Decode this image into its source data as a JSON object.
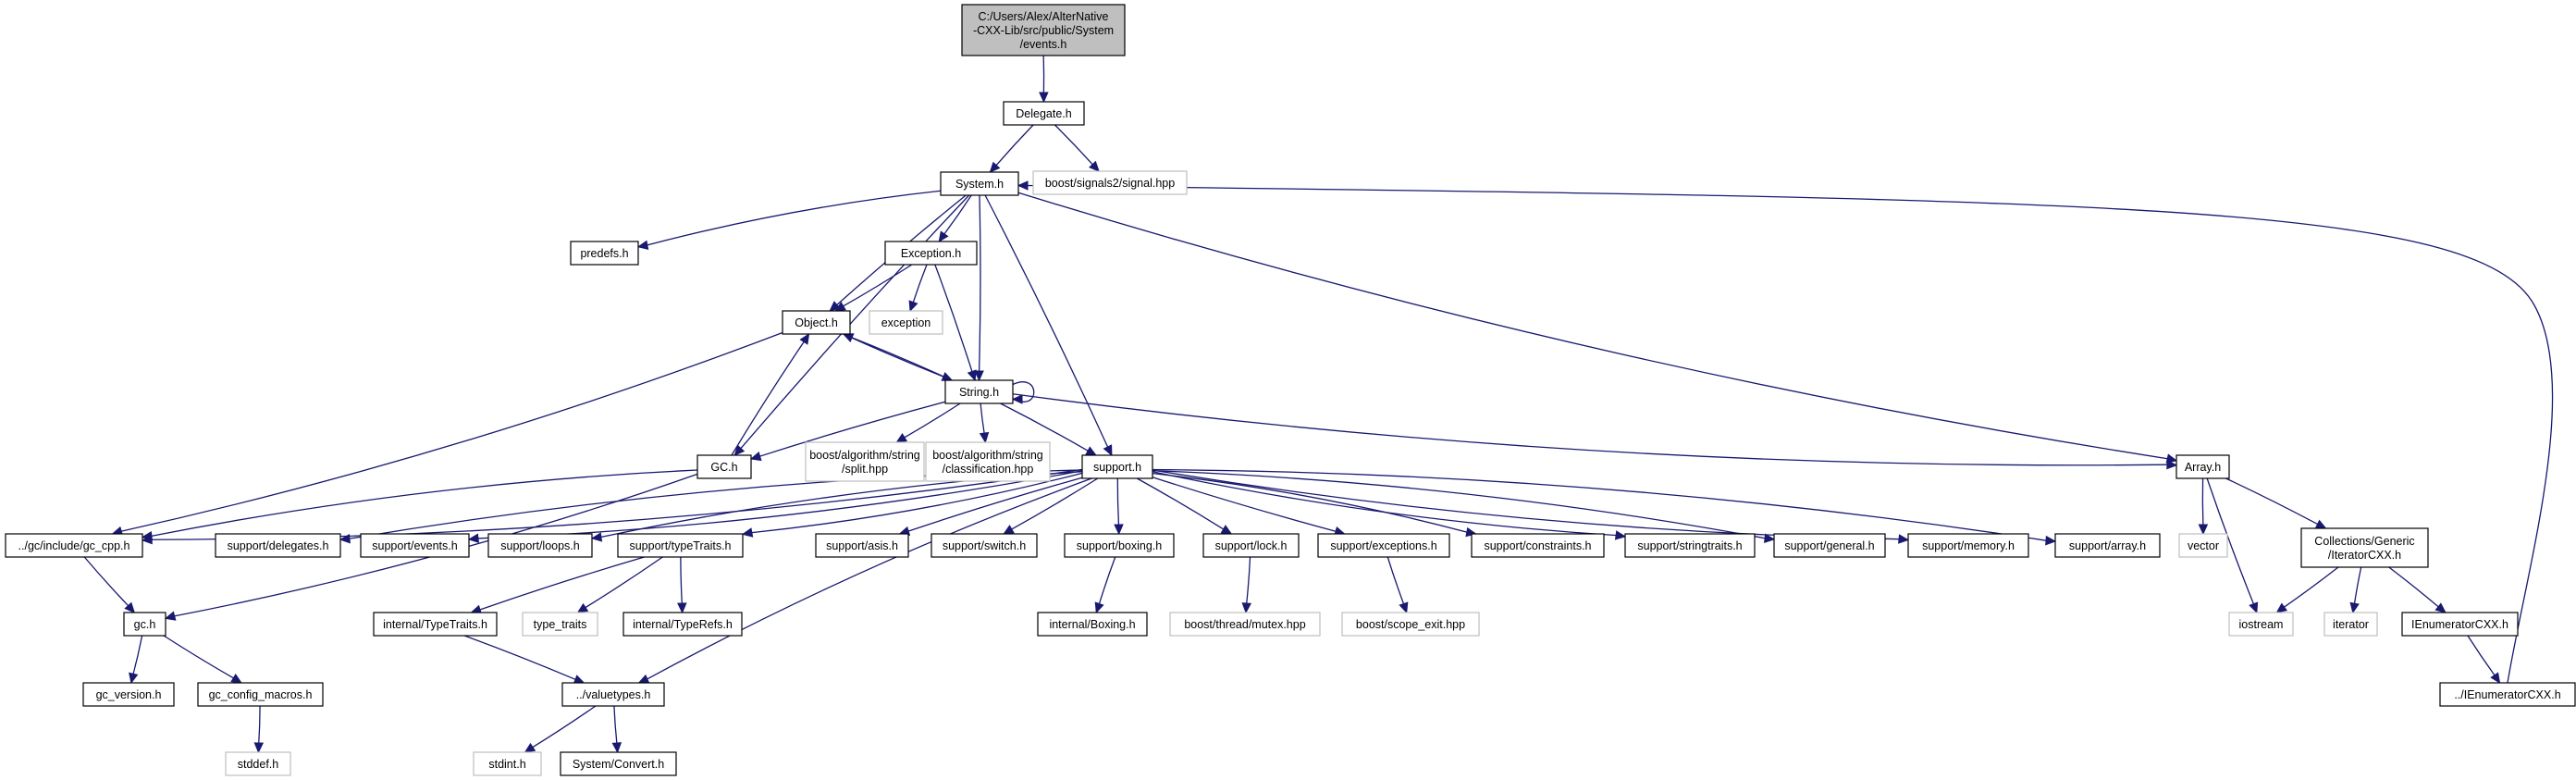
{
  "nodes": {
    "events": {
      "lines": [
        "C:/Users/Alex/AlterNative",
        "-CXX-Lib/src/public/System",
        "/events.h"
      ],
      "kind": "root"
    },
    "delegate": {
      "lines": [
        "Delegate.h"
      ],
      "kind": "solid"
    },
    "signal": {
      "lines": [
        "boost/signals2/signal.hpp"
      ],
      "kind": "external"
    },
    "system": {
      "lines": [
        "System.h"
      ],
      "kind": "solid"
    },
    "predefs": {
      "lines": [
        "predefs.h"
      ],
      "kind": "solid"
    },
    "exception_h": {
      "lines": [
        "Exception.h"
      ],
      "kind": "solid"
    },
    "object": {
      "lines": [
        "Object.h"
      ],
      "kind": "solid"
    },
    "exception": {
      "lines": [
        "exception"
      ],
      "kind": "external"
    },
    "string": {
      "lines": [
        "String.h"
      ],
      "kind": "solid"
    },
    "gc_h": {
      "lines": [
        "GC.h"
      ],
      "kind": "solid"
    },
    "split": {
      "lines": [
        "boost/algorithm/string",
        "/split.hpp"
      ],
      "kind": "external"
    },
    "classification": {
      "lines": [
        "boost/algorithm/string",
        "/classification.hpp"
      ],
      "kind": "external"
    },
    "support": {
      "lines": [
        "support.h"
      ],
      "kind": "solid"
    },
    "array": {
      "lines": [
        "Array.h"
      ],
      "kind": "solid"
    },
    "gc_cpp": {
      "lines": [
        "../gc/include/gc_cpp.h"
      ],
      "kind": "solid"
    },
    "delegates": {
      "lines": [
        "support/delegates.h"
      ],
      "kind": "solid"
    },
    "sevents": {
      "lines": [
        "support/events.h"
      ],
      "kind": "solid"
    },
    "loops": {
      "lines": [
        "support/loops.h"
      ],
      "kind": "solid"
    },
    "typetraits": {
      "lines": [
        "support/typeTraits.h"
      ],
      "kind": "solid"
    },
    "asis": {
      "lines": [
        "support/asis.h"
      ],
      "kind": "solid"
    },
    "switch": {
      "lines": [
        "support/switch.h"
      ],
      "kind": "solid"
    },
    "boxing": {
      "lines": [
        "support/boxing.h"
      ],
      "kind": "solid"
    },
    "lock": {
      "lines": [
        "support/lock.h"
      ],
      "kind": "solid"
    },
    "exceptions": {
      "lines": [
        "support/exceptions.h"
      ],
      "kind": "solid"
    },
    "constraints": {
      "lines": [
        "support/constraints.h"
      ],
      "kind": "solid"
    },
    "stringtraits": {
      "lines": [
        "support/stringtraits.h"
      ],
      "kind": "solid"
    },
    "general": {
      "lines": [
        "support/general.h"
      ],
      "kind": "solid"
    },
    "memory": {
      "lines": [
        "support/memory.h"
      ],
      "kind": "solid"
    },
    "sarray": {
      "lines": [
        "support/array.h"
      ],
      "kind": "solid"
    },
    "vector": {
      "lines": [
        "vector"
      ],
      "kind": "external"
    },
    "iteratorcxx": {
      "lines": [
        "Collections/Generic",
        "/IteratorCXX.h"
      ],
      "kind": "solid"
    },
    "gc": {
      "lines": [
        "gc.h"
      ],
      "kind": "solid"
    },
    "itypetraits": {
      "lines": [
        "internal/TypeTraits.h"
      ],
      "kind": "solid"
    },
    "type_traits": {
      "lines": [
        "type_traits"
      ],
      "kind": "external"
    },
    "typerefs": {
      "lines": [
        "internal/TypeRefs.h"
      ],
      "kind": "solid"
    },
    "iboxing": {
      "lines": [
        "internal/Boxing.h"
      ],
      "kind": "solid"
    },
    "mutex": {
      "lines": [
        "boost/thread/mutex.hpp"
      ],
      "kind": "external"
    },
    "scope_exit": {
      "lines": [
        "boost/scope_exit.hpp"
      ],
      "kind": "external"
    },
    "iostream": {
      "lines": [
        "iostream"
      ],
      "kind": "external"
    },
    "iterator": {
      "lines": [
        "iterator"
      ],
      "kind": "external"
    },
    "ienum": {
      "lines": [
        "IEnumeratorCXX.h"
      ],
      "kind": "solid"
    },
    "gc_version": {
      "lines": [
        "gc_version.h"
      ],
      "kind": "solid"
    },
    "gc_config": {
      "lines": [
        "gc_config_macros.h"
      ],
      "kind": "solid"
    },
    "valuetypes": {
      "lines": [
        "../valuetypes.h"
      ],
      "kind": "solid"
    },
    "ienum2": {
      "lines": [
        "../IEnumeratorCXX.h"
      ],
      "kind": "solid"
    },
    "stddef": {
      "lines": [
        "stddef.h"
      ],
      "kind": "external"
    },
    "stdint": {
      "lines": [
        "stdint.h"
      ],
      "kind": "external"
    },
    "convert": {
      "lines": [
        "System/Convert.h"
      ],
      "kind": "solid"
    }
  },
  "edges": [
    [
      "events",
      "delegate"
    ],
    [
      "delegate",
      "system"
    ],
    [
      "delegate",
      "signal"
    ],
    [
      "system",
      "predefs"
    ],
    [
      "system",
      "exception_h"
    ],
    [
      "system",
      "object"
    ],
    [
      "system",
      "string"
    ],
    [
      "system",
      "gc_h"
    ],
    [
      "system",
      "support"
    ],
    [
      "system",
      "array"
    ],
    [
      "exception_h",
      "object"
    ],
    [
      "exception_h",
      "exception"
    ],
    [
      "exception_h",
      "string"
    ],
    [
      "object",
      "string"
    ],
    [
      "object",
      "gc_cpp"
    ],
    [
      "string",
      "object"
    ],
    [
      "string",
      "string"
    ],
    [
      "string",
      "gc_h"
    ],
    [
      "string",
      "split"
    ],
    [
      "string",
      "classification"
    ],
    [
      "string",
      "support"
    ],
    [
      "string",
      "array"
    ],
    [
      "gc_h",
      "object"
    ],
    [
      "gc_h",
      "gc_cpp"
    ],
    [
      "gc_h",
      "gc"
    ],
    [
      "support",
      "delegates"
    ],
    [
      "support",
      "sevents"
    ],
    [
      "support",
      "loops"
    ],
    [
      "support",
      "typetraits"
    ],
    [
      "support",
      "asis"
    ],
    [
      "support",
      "switch"
    ],
    [
      "support",
      "boxing"
    ],
    [
      "support",
      "lock"
    ],
    [
      "support",
      "exceptions"
    ],
    [
      "support",
      "constraints"
    ],
    [
      "support",
      "stringtraits"
    ],
    [
      "support",
      "general"
    ],
    [
      "support",
      "memory"
    ],
    [
      "support",
      "sarray"
    ],
    [
      "support",
      "valuetypes"
    ],
    [
      "support",
      "gc_cpp"
    ],
    [
      "array",
      "vector"
    ],
    [
      "array",
      "iteratorcxx"
    ],
    [
      "array",
      "iostream"
    ],
    [
      "iteratorcxx",
      "iostream"
    ],
    [
      "iteratorcxx",
      "iterator"
    ],
    [
      "iteratorcxx",
      "ienum"
    ],
    [
      "ienum",
      "ienum2"
    ],
    [
      "ienum2",
      "system"
    ],
    [
      "gc_cpp",
      "gc"
    ],
    [
      "gc",
      "gc_version"
    ],
    [
      "gc",
      "gc_config"
    ],
    [
      "gc_config",
      "stddef"
    ],
    [
      "typetraits",
      "itypetraits"
    ],
    [
      "typetraits",
      "type_traits"
    ],
    [
      "typetraits",
      "typerefs"
    ],
    [
      "itypetraits",
      "valuetypes"
    ],
    [
      "boxing",
      "iboxing"
    ],
    [
      "lock",
      "mutex"
    ],
    [
      "exceptions",
      "scope_exit"
    ],
    [
      "valuetypes",
      "stdint"
    ],
    [
      "valuetypes",
      "convert"
    ]
  ]
}
